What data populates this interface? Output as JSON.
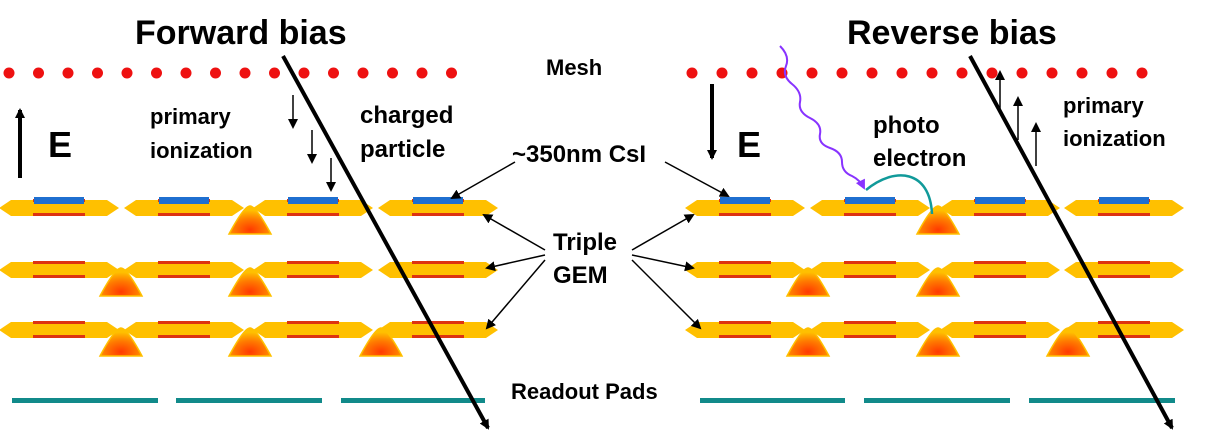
{
  "titles": {
    "forward": "Forward bias",
    "reverse": "Reverse bias"
  },
  "labels": {
    "mesh": "Mesh",
    "field": "E",
    "primary_ionization_left": [
      "primary",
      "ionization"
    ],
    "primary_ionization_right": [
      "primary",
      "ionization"
    ],
    "charged_particle": [
      "charged",
      "particle"
    ],
    "csi": "~350nm CsI",
    "triple_gem": [
      "Triple",
      "GEM"
    ],
    "photo_electron": [
      "photo",
      "electron"
    ],
    "readout_pads": "Readout Pads"
  },
  "colors": {
    "mesh_dot": "#ee1111",
    "gem_body": "#ffc000",
    "electrode": "#dd3311",
    "csi_layer": "#1f6fd0",
    "readout_pad": "#118a8a",
    "avalanche_outer": "#ffc000",
    "avalanche_inner": "#ff4a00",
    "photon": "#8833ff",
    "photo_electron_path": "#119a9a"
  }
}
